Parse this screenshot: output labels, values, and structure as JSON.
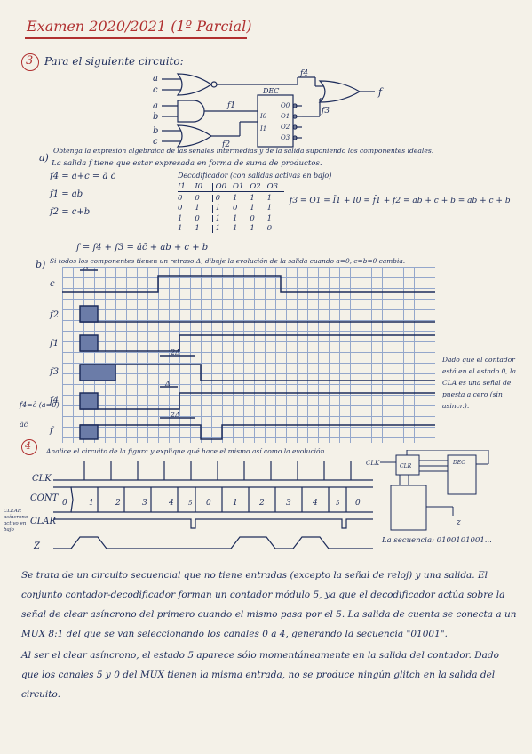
{
  "title": "Examen 2020/2021 (1º Parcial)",
  "problem3": {
    "number": "3",
    "intro": "Para el siguiente circuito:",
    "inputs": [
      "a",
      "c",
      "a",
      "b",
      "b",
      "c"
    ],
    "signal_f4": "f4",
    "signal_f3": "f3",
    "signal_f1": "f1",
    "signal_f2": "f2",
    "output_f": "f",
    "dec_label": "DEC",
    "dec_inputs": [
      "I0",
      "I1"
    ],
    "dec_outputs": [
      "O0",
      "O1",
      "O2",
      "O3"
    ],
    "part_a_label": "a)",
    "part_a_text_1": "Obtenga la expresión algebraica de las señales intermedias y de la salida suponiendo los componentes ideales.",
    "part_a_text_2": "La salida f tiene que estar expresada en forma de suma de productos.",
    "eq_f4": "f4 = a+c = ā c̄",
    "eq_f1": "f1 = ab",
    "eq_f2": "f2 = c+b",
    "decoder_note": "Decodificador (con salidas activas en bajo)",
    "table_header": [
      "I1",
      "I0",
      "O0",
      "O1",
      "O2",
      "O3"
    ],
    "table_rows": [
      [
        "0",
        "0",
        "0",
        "1",
        "1",
        "1"
      ],
      [
        "0",
        "1",
        "1",
        "0",
        "1",
        "1"
      ],
      [
        "1",
        "0",
        "1",
        "1",
        "0",
        "1"
      ],
      [
        "1",
        "1",
        "1",
        "1",
        "1",
        "0"
      ]
    ],
    "eq_f3": "f3 = O1 = Ī1 + I0 = f̄1 + f2 = āb + c + b = ab + c + b",
    "eq_f": "f = f4 + f3 = āc̄ + ab + c + b",
    "part_b_label": "b)",
    "part_b_text": "Si todos los componentes tienen un retraso Δ, dibuje la evolución de la salida cuando a=0, c=b=0 cambia.",
    "wave_labels": [
      "c",
      "f2",
      "f1",
      "f3",
      "f4",
      "f"
    ],
    "delta_labels": [
      "Δ",
      "2Δ",
      "Δ",
      "2Δ"
    ],
    "side_note_1": "f4=c̄ (a=0)",
    "side_note_2": "āc̄",
    "right_note": "Dado que el contador está en el estado 0, la CLA es una señal de puesta a cero (sin asincr.)."
  },
  "problem4": {
    "number": "4",
    "intro": "Analice el circuito de la figura y explique qué hace el mismo así como la evolución.",
    "row_labels": [
      "CLK",
      "CONT",
      "CLAR",
      "Z"
    ],
    "clear_note": "CLEAR asíncrono activo en bajo",
    "count_values": [
      "0",
      "1",
      "2",
      "3",
      "4",
      "5",
      "0",
      "1",
      "2",
      "3",
      "4",
      "5",
      "0"
    ],
    "sequence_note": "La secuencia: 0100101001...",
    "circuit_labels": [
      "CLK",
      "CLR",
      "DEC",
      "z"
    ],
    "para1": "Se trata de un circuito secuencial que no tiene entradas (excepto la señal de reloj) y una salida. El conjunto contador-decodificador forman un contador módulo 5, ya que el decodificador actúa sobre la señal de clear asíncrono del primero cuando el mismo pasa por el 5. La salida de cuenta se conecta a un MUX 8:1 del que se van seleccionando los canales 0 a 4, generando la secuencia \"01001\".",
    "para2": "Al ser el clear asíncrono, el estado 5 aparece sólo momentáneamente en la salida del contador. Dado que los canales 5 y 0 del MUX tienen la misma entrada, no se produce ningún glitch en la salida del circuito."
  }
}
